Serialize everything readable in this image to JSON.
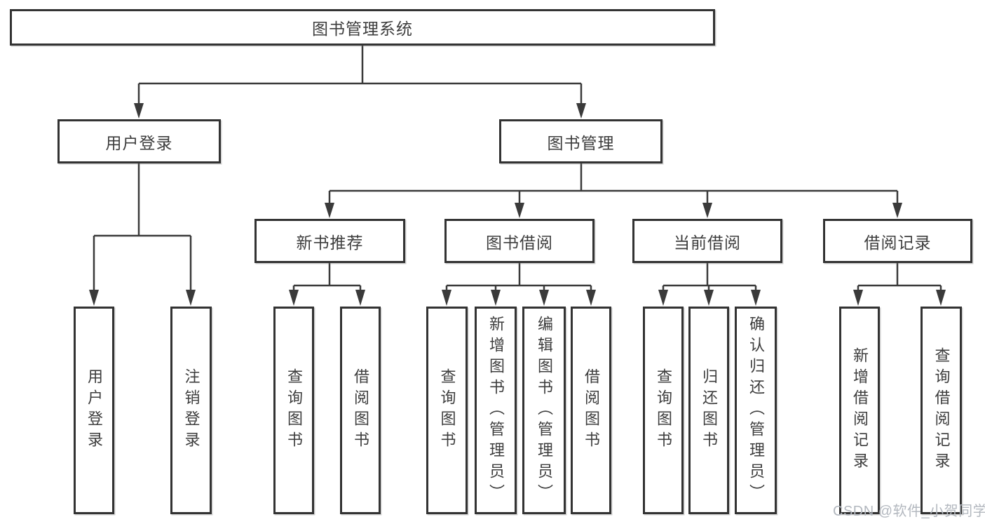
{
  "diagram": {
    "root": {
      "label": "图书管理系统"
    },
    "level2": [
      {
        "label": "用户登录"
      },
      {
        "label": "图书管理"
      }
    ],
    "level3": [
      {
        "label": "新书推荐",
        "parent": "图书管理"
      },
      {
        "label": "图书借阅",
        "parent": "图书管理"
      },
      {
        "label": "当前借阅",
        "parent": "图书管理"
      },
      {
        "label": "借阅记录",
        "parent": "图书管理"
      }
    ],
    "leaves": [
      {
        "label": "用户登录",
        "parent": "用户登录"
      },
      {
        "label": "注销登录",
        "parent": "用户登录"
      },
      {
        "label": "查询图书",
        "parent": "新书推荐"
      },
      {
        "label": "借阅图书",
        "parent": "新书推荐"
      },
      {
        "label": "查询图书",
        "parent": "图书借阅"
      },
      {
        "label": "新增图书（管理员）",
        "parent": "图书借阅"
      },
      {
        "label": "编辑图书（管理员）",
        "parent": "图书借阅"
      },
      {
        "label": "借阅图书",
        "parent": "图书借阅"
      },
      {
        "label": "查询图书",
        "parent": "当前借阅"
      },
      {
        "label": "归还图书",
        "parent": "当前借阅"
      },
      {
        "label": "确认归还（管理员）",
        "parent": "当前借阅"
      },
      {
        "label": "新增借阅记录",
        "parent": "借阅记录"
      },
      {
        "label": "查询借阅记录",
        "parent": "借阅记录"
      }
    ]
  },
  "watermark": {
    "text": "CSDN @软件_小贺同学"
  },
  "colors": {
    "line": "#3a3a3a",
    "box_border": "#333333",
    "text": "#3d3d3d",
    "watermark": "#b3b8bf",
    "background": "#ffffff"
  }
}
